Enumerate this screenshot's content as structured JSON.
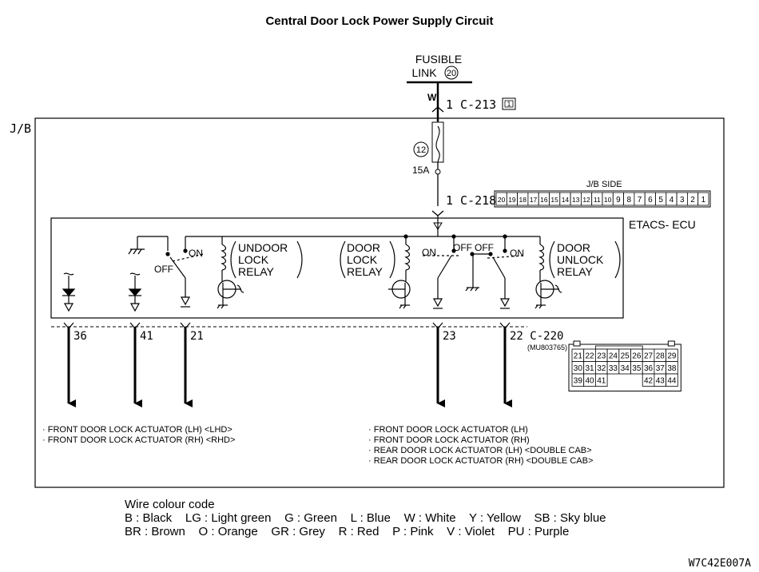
{
  "title": "Central Door Lock Power Supply Circuit",
  "fusible_link": {
    "line1": "FUSIBLE",
    "line2": "LINK",
    "number": "20"
  },
  "wire_w": "W",
  "c213": "1  C-213",
  "c213_box": "1",
  "jb_label": "J/B",
  "fuse_number": "12",
  "fuse_rating": "15A",
  "c218": "1  C-218",
  "jb_side_label": "J/B SIDE",
  "jb_side_pins": [
    "20",
    "19",
    "18",
    "17",
    "16",
    "15",
    "14",
    "13",
    "12",
    "11",
    "10",
    "9",
    "8",
    "7",
    "6",
    "5",
    "4",
    "3",
    "2",
    "1"
  ],
  "etacs_label": "ETACS- ECU",
  "switch_on": "ON",
  "switch_off": "OFF",
  "relays": {
    "undoor_lock": [
      "UNDOOR",
      "LOCK",
      "RELAY"
    ],
    "door_lock": [
      "DOOR",
      "LOCK",
      "RELAY"
    ],
    "door_unlock": [
      "DOOR",
      "UNLOCK",
      "RELAY"
    ]
  },
  "terminals": {
    "t36": "36",
    "t41": "41",
    "t21": "21",
    "t23": "23",
    "t22": "22  C-220"
  },
  "connector_part": "(MU803765)",
  "c220_rows": [
    [
      "21",
      "22",
      "23",
      "24",
      "25",
      "26",
      "27",
      "28",
      "29"
    ],
    [
      "30",
      "31",
      "32",
      "33",
      "34",
      "35",
      "36",
      "37",
      "38"
    ],
    [
      "39",
      "40",
      "41",
      "",
      "",
      "",
      "42",
      "43",
      "44"
    ]
  ],
  "left_notes": [
    "· FRONT DOOR LOCK ACTUATOR (LH) <LHD>",
    "· FRONT DOOR LOCK ACTUATOR (RH) <RHD>"
  ],
  "right_notes": [
    "· FRONT DOOR LOCK ACTUATOR (LH)",
    "· FRONT DOOR LOCK ACTUATOR (RH)",
    "· REAR DOOR LOCK ACTUATOR (LH) <DOUBLE CAB>",
    "· REAR DOOR LOCK ACTUATOR (RH) <DOUBLE CAB>"
  ],
  "wire_code": {
    "heading": "Wire colour code",
    "line1": "B : Black    LG : Light green    G : Green    L : Blue    W : White    Y : Yellow    SB : Sky blue",
    "line2": "BR : Brown    O : Orange    GR : Grey    R : Red    P : Pink    V : Violet    PU : Purple"
  },
  "figure_id": "W7C42E007A"
}
